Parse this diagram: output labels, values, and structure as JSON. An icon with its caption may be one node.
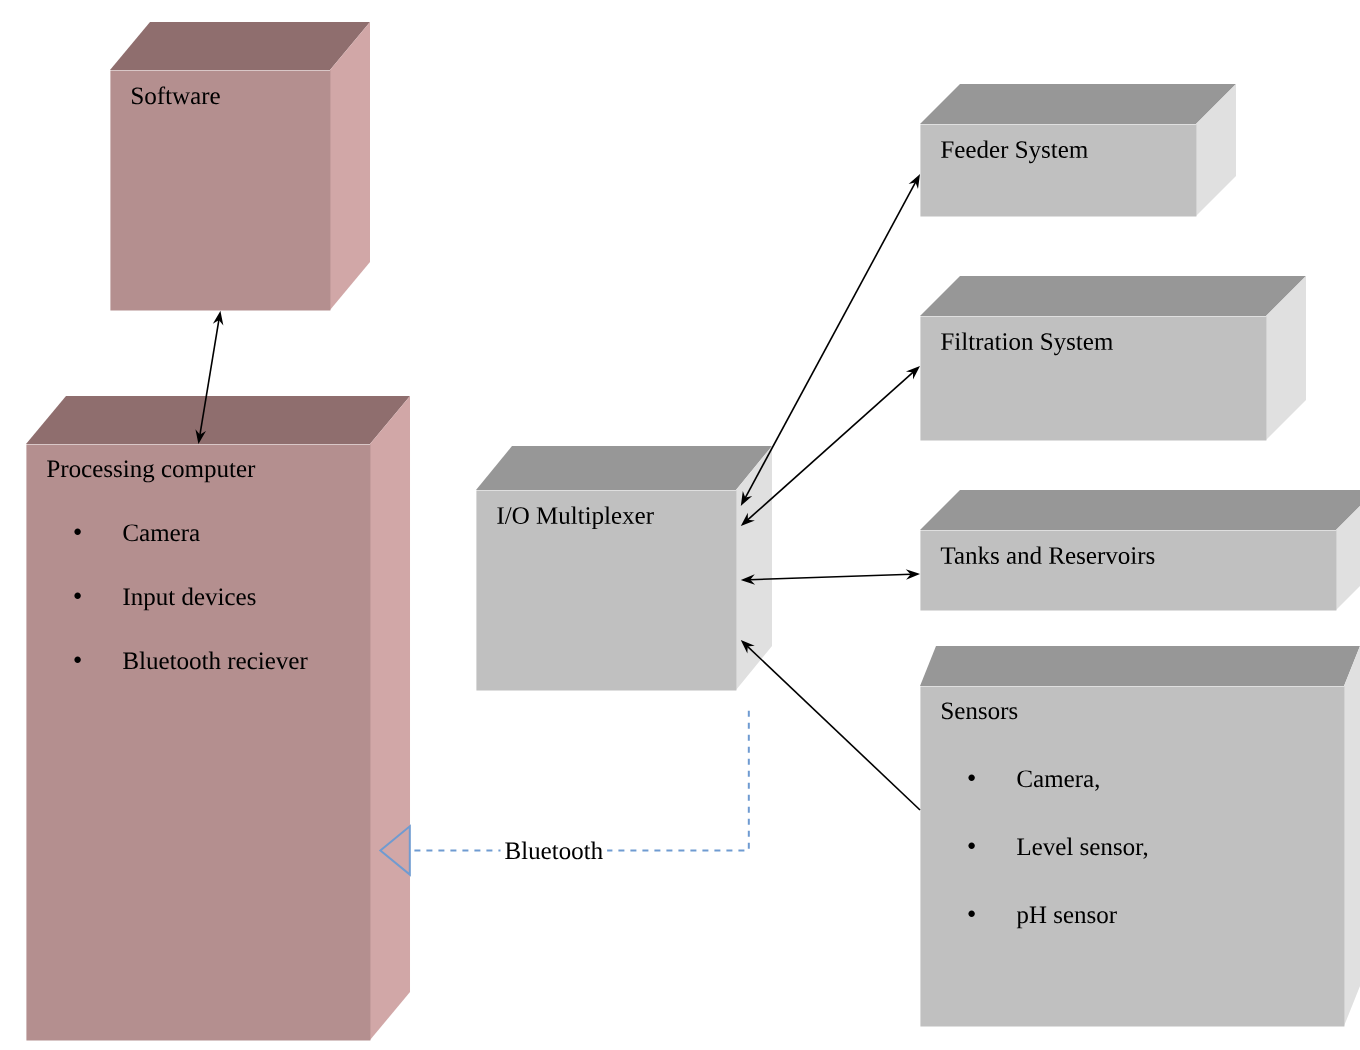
{
  "diagram": {
    "nodes": [
      {
        "text": [
          "Software"
        ]
      },
      {
        "text": [
          "Processing computer",
          "Camera",
          "Input devices",
          "Bluetooth reciever"
        ]
      },
      {
        "text": [
          "I/O Multiplexer"
        ]
      },
      {
        "text": [
          "Feeder System"
        ]
      },
      {
        "text": [
          "Filtration System"
        ]
      },
      {
        "text": [
          "Tanks and Reservoirs"
        ]
      },
      {
        "text": [
          "Sensors",
          "Camera,",
          "Level sensor,",
          "pH sensor"
        ]
      }
    ],
    "edges": [
      {
        "from": 0,
        "to": 1,
        "arrow": "both"
      },
      {
        "from": 2,
        "to": 3,
        "arrow": "both"
      },
      {
        "from": 2,
        "to": 4,
        "arrow": "both"
      },
      {
        "from": 2,
        "to": 5,
        "arrow": "both"
      },
      {
        "from": 6,
        "to": 2,
        "arrow": "to"
      },
      {
        "from": 2,
        "to": 1,
        "arrow": "to",
        "label": "Bluetooth",
        "style": "dashed",
        "color": "#6f9bd1"
      }
    ]
  }
}
